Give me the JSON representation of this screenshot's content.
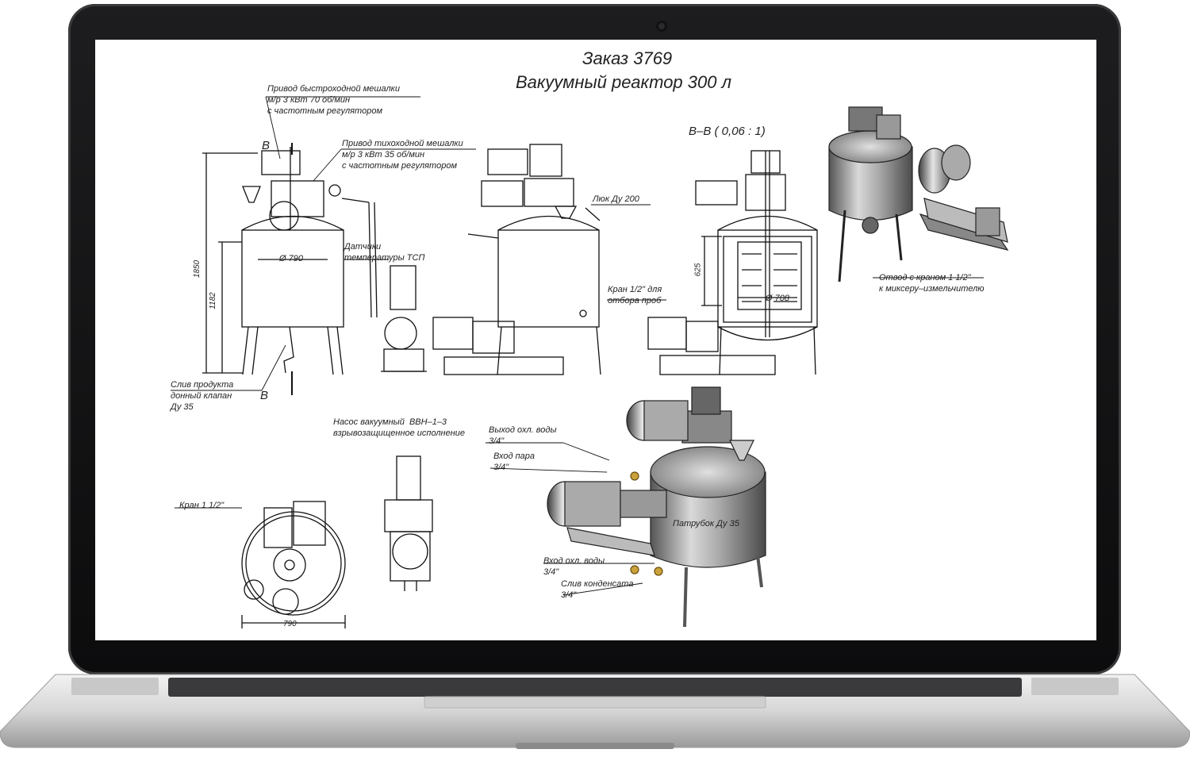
{
  "drawing": {
    "title_line1": "Заказ 3769",
    "title_line2": "Вакуумный реактор 300 л",
    "section_label": "B–B ( 0,06 : 1)",
    "section_mark_top": "B",
    "section_mark_bottom": "B",
    "callouts": {
      "fast_mixer": "Привод быстроходной мешалки\nм/р 3 кВт 70 об/мин\nс частотным регулятором",
      "slow_mixer": "Привод тихоходной мешалки\nм/р 3 кВт 35 об/мин\nс частотным регулятором",
      "temp_sensors": "Датчики\nтемпературы ТСП",
      "hatch": "Люк Ду 200",
      "sample_valve": "Кран 1/2\" для\nотбора проб",
      "product_drain": "Слив продукта\nдонный клапан\nДу 35",
      "vacuum_pump": "Насос вакуумный  ВВН–1–3\nвзрывозащищенное исполнение",
      "outlet_valve": "Отвод с краном 1 1/2\"\nк миксеру–измельчителю",
      "cooling_out": "Выход охл. воды\n3/4\"",
      "steam_in": "Вход пара\n3/4\"",
      "valve_1_5": "Кран 1 1/2\"",
      "nozzle": "Патрубок Ду 35",
      "cooling_in": "Вход охл. воды\n3/4\"",
      "condensate": "Слив конденсата\n3/4\""
    },
    "dimensions": {
      "height_total": "1850",
      "height_body": "1182",
      "diameter": "Ø 790",
      "inner_diameter": "Ø 708",
      "section_height": "625",
      "plan_width": "790"
    }
  }
}
